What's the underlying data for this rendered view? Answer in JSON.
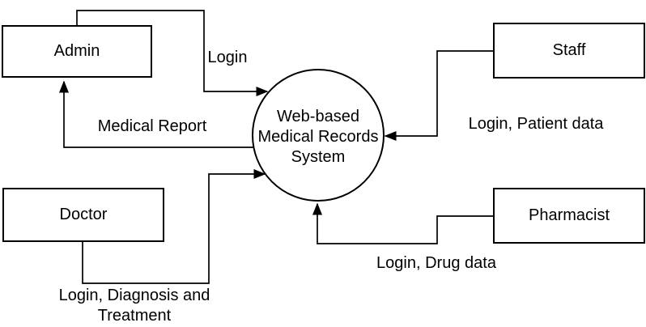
{
  "colors": {
    "background": "#ffffff",
    "stroke": "#000000",
    "text": "#000000"
  },
  "process": {
    "name": "Web-based Medical Records System",
    "lines": [
      "Web-based",
      "Medical Records",
      "System"
    ]
  },
  "entities": [
    {
      "label": "Admin"
    },
    {
      "label": "Staff"
    },
    {
      "label": "Doctor"
    },
    {
      "label": "Pharmacist"
    }
  ],
  "flows": [
    {
      "label": "Login",
      "from": "Admin",
      "to": "Web-based Medical Records System"
    },
    {
      "label": "Medical Report",
      "from": "Web-based Medical Records System",
      "to": "Admin"
    },
    {
      "label": "Login, Patient data",
      "from": "Staff",
      "to": "Web-based Medical Records System"
    },
    {
      "label": "Login, Diagnosis and Treatment",
      "lines": [
        "Login, Diagnosis and",
        "Treatment"
      ],
      "from": "Doctor",
      "to": "Web-based Medical Records System"
    },
    {
      "label": "Login, Drug data",
      "from": "Pharmacist",
      "to": "Web-based Medical Records System"
    }
  ]
}
